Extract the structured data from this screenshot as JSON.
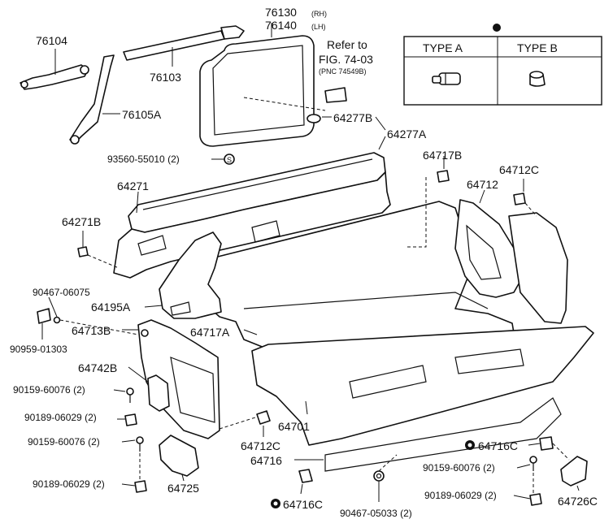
{
  "labels": {
    "p76104": "76104",
    "p76103": "76103",
    "p76105a": "76105A",
    "p76130": "76130",
    "p76130_sub": "(RH)",
    "p76140": "76140",
    "p76140_sub": "(LH)",
    "refer_to": "Refer to",
    "fig": "FIG. 74-03",
    "pnc": "(PNC 74549B)",
    "p64277b": "64277B",
    "p64277a": "64277A",
    "p93560": "93560-55010 (2)",
    "p64271": "64271",
    "p64717b": "64717B",
    "p64712c_top": "64712C",
    "p64712": "64712",
    "p64271b": "64271B",
    "p90467_06075": "90467-06075",
    "p64195a": "64195A",
    "p64713b": "64713B",
    "p90959": "90959-01303",
    "p64717a": "64717A",
    "p64742b": "64742B",
    "p90159_a": "90159-60076 (2)",
    "p90189_a": "90189-06029 (2)",
    "p90159_b": "90159-60076 (2)",
    "p90189_b": "90189-06029 (2)",
    "p64725": "64725",
    "p64712c_bot": "64712C",
    "p64701": "64701",
    "p64716": "64716",
    "p64716c_bot": "64716C",
    "p90467_05033": "90467-05033 (2)",
    "p64716c_right": "64716C",
    "p90159_c": "90159-60076 (2)",
    "p90189_c": "90189-06029 (2)",
    "p64726c": "64726C",
    "s_marker": "S"
  },
  "type_table": {
    "col_a": "TYPE A",
    "col_b": "TYPE B"
  }
}
